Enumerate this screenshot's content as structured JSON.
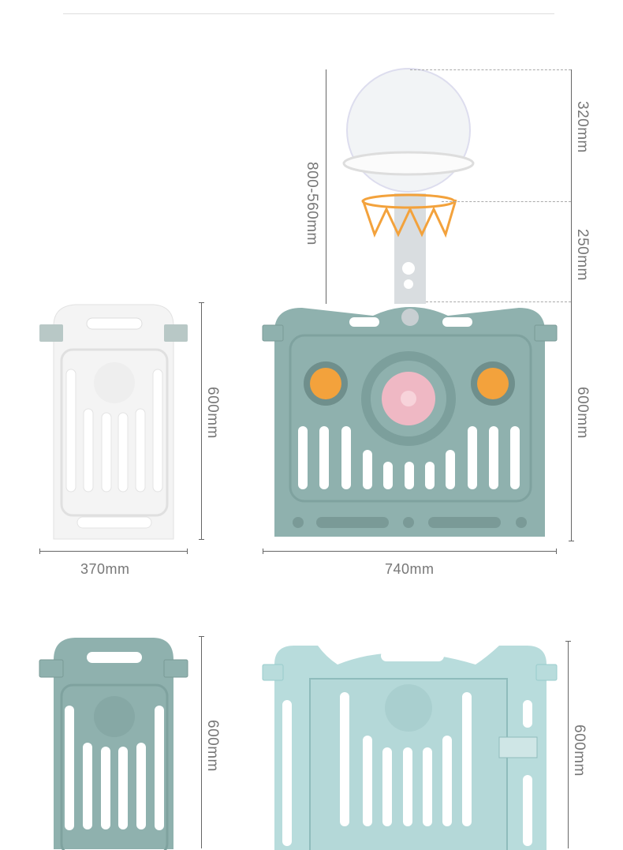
{
  "dimensions": {
    "hoop_height_range": "800-560mm",
    "backboard_height": "320mm",
    "pole_height": "250mm",
    "panel_height_white": "600mm",
    "panel_height_toy": "600mm",
    "panel_height_teal": "600mm",
    "panel_height_gate": "600mm",
    "narrow_panel_width": "370mm",
    "wide_panel_width": "740mm"
  },
  "colors": {
    "teal_panel": "#8fb1ae",
    "light_blue_panel": "#b8dcdc",
    "white_panel": "#f3f3f3",
    "pink_wheel": "#efb8c4",
    "orange_toy": "#f3a23c",
    "dimension_text": "#777777"
  }
}
